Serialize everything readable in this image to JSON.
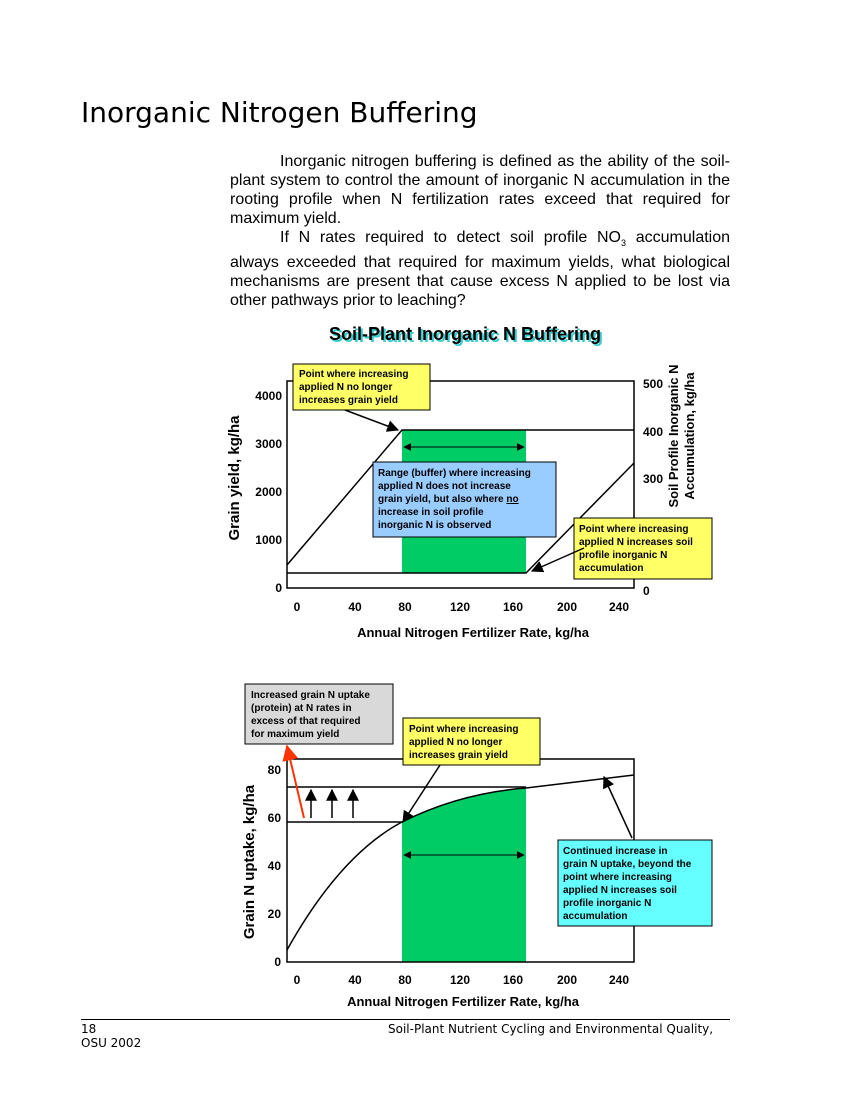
{
  "page": {
    "title": "Inorganic Nitrogen Buffering",
    "paragraph1": "Inorganic nitrogen buffering is defined as the ability of the soil-plant system to control the amount of inorganic N accumulation in the rooting profile when N fertilization rates exceed that required for maximum yield.",
    "paragraph2_before": "If N rates required to detect soil profile NO",
    "paragraph2_sub": "3",
    "paragraph2_after": " accumulation always exceeded that required for maximum yields, what biological mechanisms are present that cause excess N applied to be lost via other pathways prior to leaching?"
  },
  "chart1": {
    "title": "Soil-Plant Inorganic N Buffering",
    "ylabel_left": "Grain yield, kg/ha",
    "ylabel_right_line1": "Soil Profile Inorganic N",
    "ylabel_right_line2": "Accumulation, kg/ha",
    "xlabel": "Annual Nitrogen Fertilizer Rate, kg/ha",
    "callout_top": [
      "Point where increasing",
      "applied N no longer",
      "increases grain yield"
    ],
    "callout_mid_a": [
      "Range (buffer) where increasing",
      "applied N does not increase",
      "grain yield, but also where "
    ],
    "callout_mid_no": "no",
    "callout_mid_b": [
      "increase in soil profile",
      "inorganic N is observed"
    ],
    "callout_right": [
      "Point where increasing",
      "applied N increases soil",
      "profile inorganic N",
      "accumulation"
    ]
  },
  "chart2": {
    "ylabel": "Grain N uptake, kg/ha",
    "xlabel": "Annual Nitrogen Fertilizer Rate, kg/ha",
    "callout_gray": [
      "Increased grain N uptake",
      "(protein) at N rates in",
      "excess of that required",
      "for maximum yield"
    ],
    "callout_yellow": [
      "Point where increasing",
      "applied N no longer",
      "increases grain yield"
    ],
    "callout_cyan": [
      "Continued increase in",
      "grain N uptake, beyond the",
      "point where increasing",
      "applied N increases soil",
      "profile inorganic N",
      "accumulation"
    ]
  },
  "chart_data": [
    {
      "type": "line",
      "x_ticks": [
        "0",
        "40",
        "80",
        "120",
        "160",
        "200",
        "240"
      ],
      "y_ticks_left": [
        "0",
        "1000",
        "2000",
        "3000",
        "4000"
      ],
      "y_ticks_right": [
        "0",
        "300",
        "400",
        "500"
      ],
      "xlim": [
        -10,
        250
      ],
      "ylim": [
        0,
        4200
      ],
      "buffer_range": [
        80,
        170
      ],
      "series": [
        {
          "x": [
            -10,
            80,
            250
          ],
          "y": [
            450,
            3300,
            3300
          ]
        },
        {
          "x": [
            -10,
            170,
            250
          ],
          "y": [
            300,
            300,
            2600
          ]
        }
      ],
      "colors": {
        "buffer": "#00cc66",
        "yellow": "#ffff66",
        "blue": "#99ccff"
      }
    },
    {
      "type": "line",
      "x_ticks": [
        "0",
        "40",
        "80",
        "120",
        "160",
        "200",
        "240"
      ],
      "y_ticks": [
        "0",
        "20",
        "40",
        "60",
        "80"
      ],
      "xlim": [
        -10,
        250
      ],
      "ylim": [
        0,
        84
      ],
      "buffer_range": [
        80,
        170
      ],
      "series": [
        {
          "x": [
            -10,
            20,
            50,
            80,
            120,
            170,
            210,
            250
          ],
          "y": [
            5,
            30,
            47,
            58,
            68,
            72,
            74,
            77
          ]
        }
      ],
      "reference_levels": [
        58,
        72
      ],
      "colors": {
        "buffer": "#00cc66",
        "yellow": "#ffff66",
        "gray": "#d9d9d9",
        "cyan": "#66ffff",
        "arrow": "#ff3300"
      }
    }
  ]
}
